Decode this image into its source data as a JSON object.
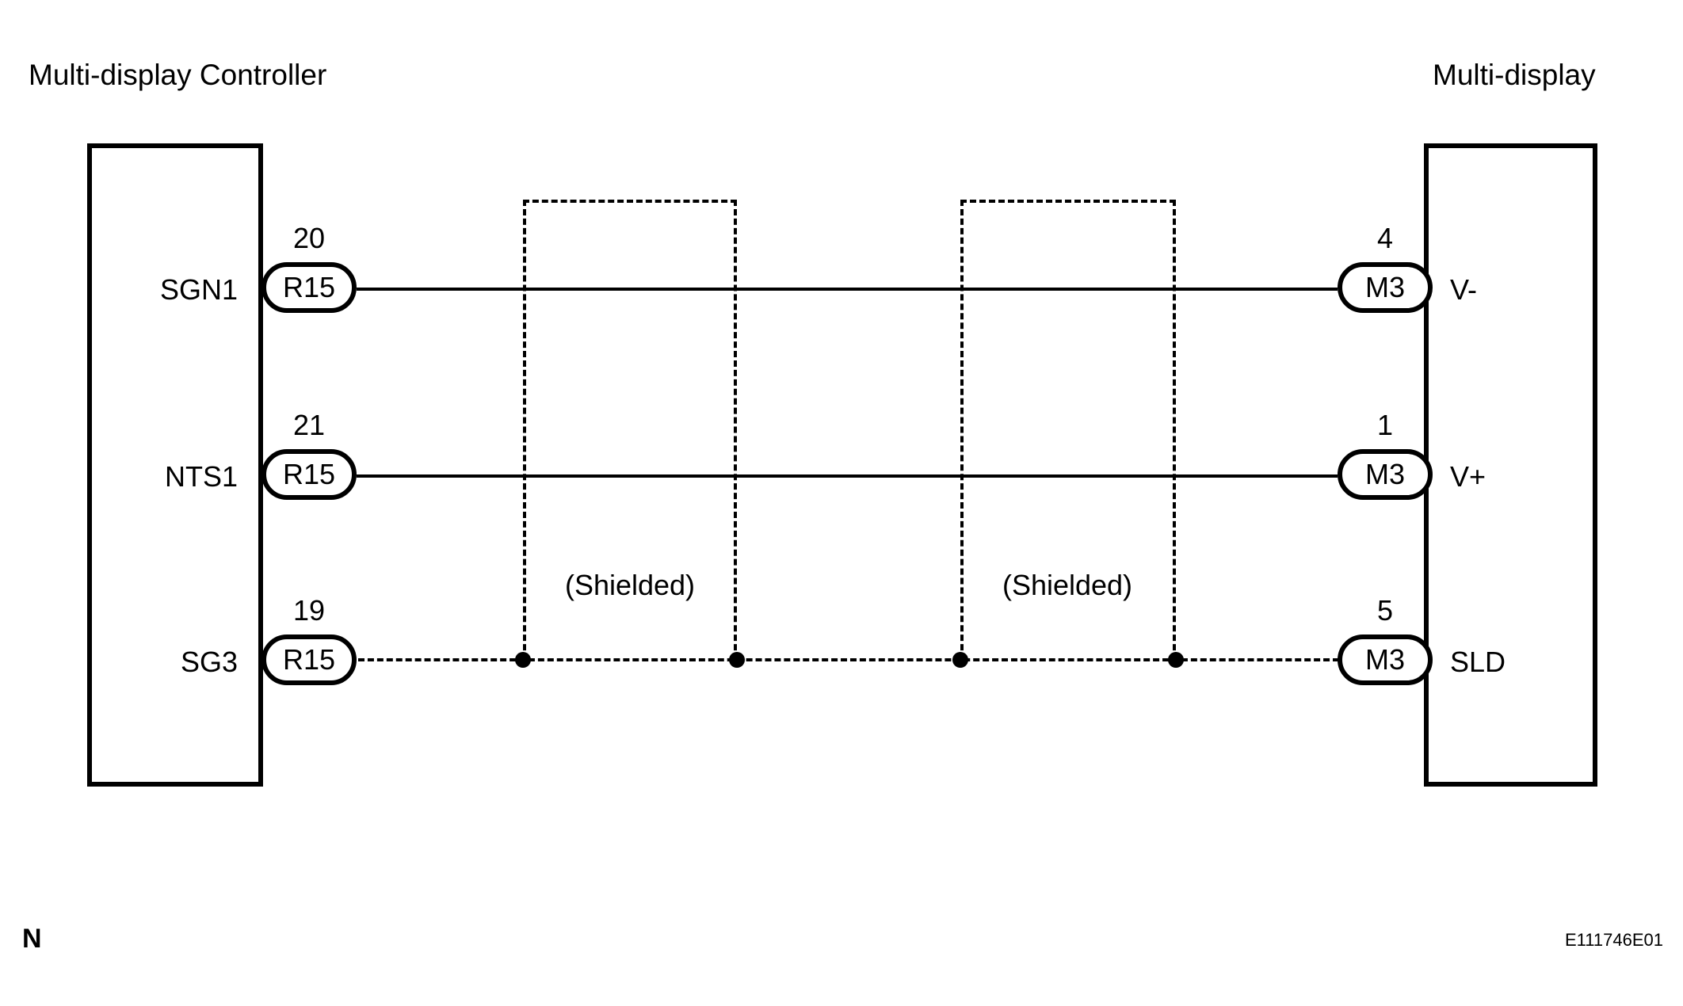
{
  "diagram": {
    "left_block_title": "Multi-display Controller",
    "right_block_title": "Multi-display",
    "footer_mark": "N",
    "reference_code": "E111746E01",
    "shield_label_1": "(Shielded)",
    "shield_label_2": "(Shielded)",
    "rows": [
      {
        "left_signal": "SGN1",
        "left_pin": "20",
        "left_connector": "R15",
        "right_pin": "4",
        "right_connector": "M3",
        "right_signal": "V-",
        "wire_style": "solid"
      },
      {
        "left_signal": "NTS1",
        "left_pin": "21",
        "left_connector": "R15",
        "right_pin": "1",
        "right_connector": "M3",
        "right_signal": "V+",
        "wire_style": "solid"
      },
      {
        "left_signal": "SG3",
        "left_pin": "19",
        "left_connector": "R15",
        "right_pin": "5",
        "right_connector": "M3",
        "right_signal": "SLD",
        "wire_style": "dashed"
      }
    ]
  },
  "colors": {
    "line": "#000000",
    "background": "#ffffff"
  }
}
